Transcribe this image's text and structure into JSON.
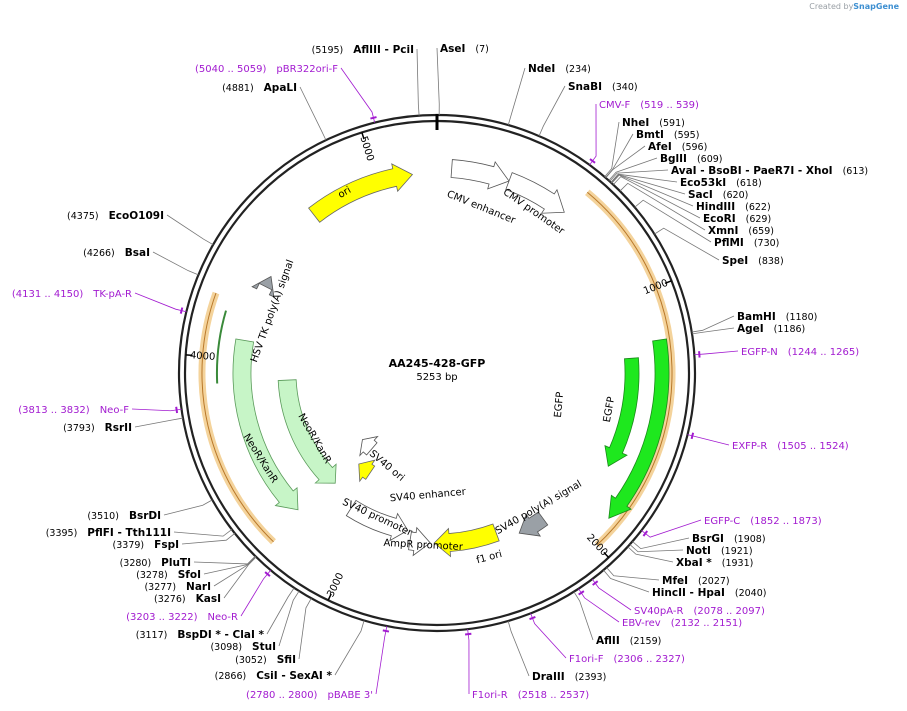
{
  "credit": {
    "prefix": "Created by",
    "brand": "SnapGene"
  },
  "plasmid": {
    "name": "AA245-428-GFP",
    "length_label": "5253 bp"
  },
  "ticks": [
    "1000",
    "2000",
    "3000",
    "4000",
    "5000"
  ],
  "enzymes": [
    {
      "name": "AseI",
      "pos": "(7)"
    },
    {
      "name": "NdeI",
      "pos": "(234)"
    },
    {
      "name": "SnaBI",
      "pos": "(340)"
    },
    {
      "name": "NheI",
      "pos": "(591)"
    },
    {
      "name": "BmtI",
      "pos": "(595)"
    },
    {
      "name": "AfeI",
      "pos": "(596)"
    },
    {
      "name": "BglII",
      "pos": "(609)"
    },
    {
      "name": "AvaI  - BsoBI  - PaeR7I  - XhoI",
      "pos": "(613)"
    },
    {
      "name": "Eco53kI",
      "pos": "(618)"
    },
    {
      "name": "SacI",
      "pos": "(620)"
    },
    {
      "name": "HindIII",
      "pos": "(622)"
    },
    {
      "name": "EcoRI",
      "pos": "(629)"
    },
    {
      "name": "XmnI",
      "pos": "(659)"
    },
    {
      "name": "PflMI",
      "pos": "(730)"
    },
    {
      "name": "SpeI",
      "pos": "(838)"
    },
    {
      "name": "BamHI",
      "pos": "(1180)"
    },
    {
      "name": "AgeI",
      "pos": "(1186)"
    },
    {
      "name": "BsrGI",
      "pos": "(1908)"
    },
    {
      "name": "NotI",
      "pos": "(1921)"
    },
    {
      "name": "XbaI *",
      "pos": "(1931)"
    },
    {
      "name": "MfeI",
      "pos": "(2027)"
    },
    {
      "name": "HincII  - HpaI",
      "pos": "(2040)"
    },
    {
      "name": "AflII",
      "pos": "(2159)"
    },
    {
      "name": "DraIII",
      "pos": "(2393)"
    },
    {
      "name": "CsiI  - SexAI *",
      "pos": "(2866)"
    },
    {
      "name": "SfiI",
      "pos": "(3052)"
    },
    {
      "name": "StuI",
      "pos": "(3098)"
    },
    {
      "name": "BspDI *  - ClaI *",
      "pos": "(3117)"
    },
    {
      "name": "KasI",
      "pos": "(3276)"
    },
    {
      "name": "NarI",
      "pos": "(3277)"
    },
    {
      "name": "SfoI",
      "pos": "(3278)"
    },
    {
      "name": "PluTI",
      "pos": "(3280)"
    },
    {
      "name": "FspI",
      "pos": "(3379)"
    },
    {
      "name": "PflFI  - Tth111I",
      "pos": "(3395)"
    },
    {
      "name": "BsrDI",
      "pos": "(3510)"
    },
    {
      "name": "RsrII",
      "pos": "(3793)"
    },
    {
      "name": "BsaI",
      "pos": "(4266)"
    },
    {
      "name": "EcoO109I",
      "pos": "(4375)"
    },
    {
      "name": "ApaLI",
      "pos": "(4881)"
    },
    {
      "name": "AflIII  - PciI",
      "pos": "(5195)"
    }
  ],
  "primers": [
    {
      "name": "CMV-F",
      "range": "(519 .. 539)"
    },
    {
      "name": "EGFP-N",
      "range": "(1244 .. 1265)"
    },
    {
      "name": "EXFP-R",
      "range": "(1505 .. 1524)"
    },
    {
      "name": "EGFP-C",
      "range": "(1852 .. 1873)"
    },
    {
      "name": "SV40pA-R",
      "range": "(2078 .. 2097)"
    },
    {
      "name": "EBV-rev",
      "range": "(2132 .. 2151)"
    },
    {
      "name": "F1ori-F",
      "range": "(2306 .. 2327)"
    },
    {
      "name": "F1ori-R",
      "range": "(2518 .. 2537)"
    },
    {
      "name": "pBABE 3'",
      "range": "(2780 .. 2800)"
    },
    {
      "name": "Neo-R",
      "range": "(3203 .. 3222)"
    },
    {
      "name": "Neo-F",
      "range": "(3813 .. 3832)"
    },
    {
      "name": "TK-pA-R",
      "range": "(4131 .. 4150)"
    },
    {
      "name": "pBR322ori-F",
      "range": "(5040 .. 5059)"
    }
  ],
  "features": [
    {
      "name": "CMV enhancer"
    },
    {
      "name": "CMV promoter"
    },
    {
      "name": "EGFP"
    },
    {
      "name": "EGFP"
    },
    {
      "name": "SV40 poly(A) signal"
    },
    {
      "name": "f1 ori"
    },
    {
      "name": "AmpR promoter"
    },
    {
      "name": "SV40 promoter"
    },
    {
      "name": "SV40 ori"
    },
    {
      "name": "SV40 enhancer"
    },
    {
      "name": "NeoR/KanR"
    },
    {
      "name": "NeoR/KanR"
    },
    {
      "name": "HSV TK poly(A) signal"
    },
    {
      "name": "ori"
    }
  ],
  "colors": {
    "ring": "#222222",
    "primer": "#a21bd0",
    "egfp": "#1ee81e",
    "ori": "#ffff00",
    "neo": "#c7f5c7",
    "orf": "#f0c070"
  }
}
